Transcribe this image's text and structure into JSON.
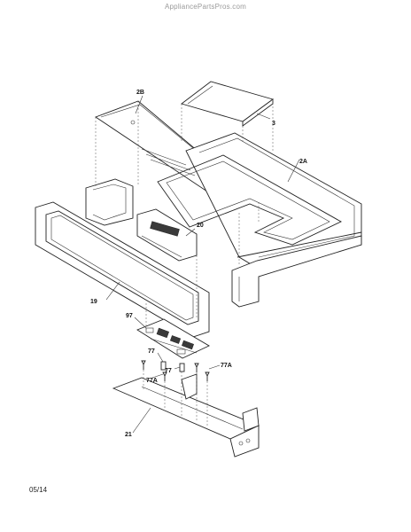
{
  "watermark": "AppliancePartsPros.com",
  "footer_code": "05/14",
  "callouts": {
    "p2B": "2B",
    "p3": "3",
    "p2A": "2A",
    "p20": "20",
    "p19": "19",
    "p97": "97",
    "p77": "77",
    "p77b": "77",
    "p77A_right": "77A",
    "p77A_left": "77A",
    "p21": "21"
  }
}
